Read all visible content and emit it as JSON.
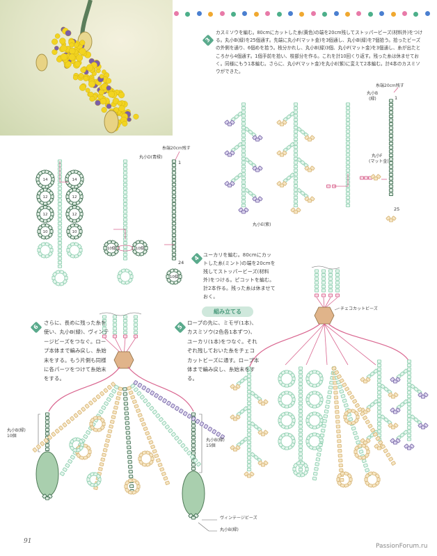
{
  "page_number": "91",
  "watermark": "PassionForum.ru",
  "colors": {
    "accent_green": "#5aaa8c",
    "thread_pink": "#d9658f",
    "bead_green": "#3d6b4f",
    "bead_mint": "#8fcfb0",
    "bead_purple": "#7a6aa8",
    "bead_gold": "#d9b77a"
  },
  "decor_dots": [
    "#e87aa8",
    "#4caf8a",
    "#4a7fd0",
    "#f0a830"
  ],
  "step3": {
    "number": "3",
    "text": "カスミソウを編む。80cmにカットした糸(黄色)の端を20cm残してストッパービーズ(材料外)をつける。丸小B(緑)を25個通す。先端に丸小F(マット金)を3個通し、丸小B(緑)を7個拾う。拾ったビーズの外側を通り、6個めを拾う。枝分かれし、丸小B(緑)3個、丸小F(マット金)を3個通し、糸が出たところから4個通す。1個手前を拾い、枝部分を作る。これを計10回くり返す。残った糸は休ませておく。同様にもう1本編む。さらに、丸小F(マット金)を丸小E(紫)に変えて2本編む。計4本のカスミソウができた。"
  },
  "step4": {
    "number": "4",
    "text": "ユーカリを編む。80cmにカットした糸(ミント)の端を20cmを残してストッパービーズ(材料外)をつける。ピコットを編む。計2本作る。残った糸は休ませておく。"
  },
  "section_title": "組み立てる",
  "step5": {
    "number": "5",
    "text": "ロープの先に、ミモザ(1本)、カスミソウ(2色各1本ずつ)、ユーカリ(1本)をつなぐ。それぞれ残しておいた糸をチェコカットビーズに通す。ロープ本体まで編み戻し、糸始末をする。"
  },
  "step6": {
    "number": "6",
    "text": "さらに、長めに残った糸を使い、丸小B(緑)、ヴィンテージビーズをつなぐ。ロープ本体まで編み戻し、糸始末をする。もう片側も同様に各パーツをつけて糸始末をする。"
  },
  "labels": {
    "thread_end_20cm": "糸端20cm残す",
    "maruko_b_green_line1": "丸小B",
    "maruko_b_green_line2": "(緑)",
    "maruko_f_line1": "丸小F",
    "maruko_f_line2": "(マット金)",
    "maruko_e_purple": "丸小E(紫)",
    "maruko_d_bluegreen": "丸小D(青緑)",
    "czech_cut_beads": "チェコカットビーズ",
    "left_count_name": "丸小B(緑)",
    "left_count": "10個",
    "right_count_name": "丸小B(緑)",
    "right_count": "15個",
    "vintage_beads": "ヴィンテージビーズ",
    "maruko_b_green": "丸小B(緑)"
  },
  "counts": {
    "one": "1",
    "twenty_five": "25",
    "twenty_four": "24",
    "ring14": "14",
    "ring12": "12",
    "ring10": "10",
    "ring10ko": "10個"
  }
}
